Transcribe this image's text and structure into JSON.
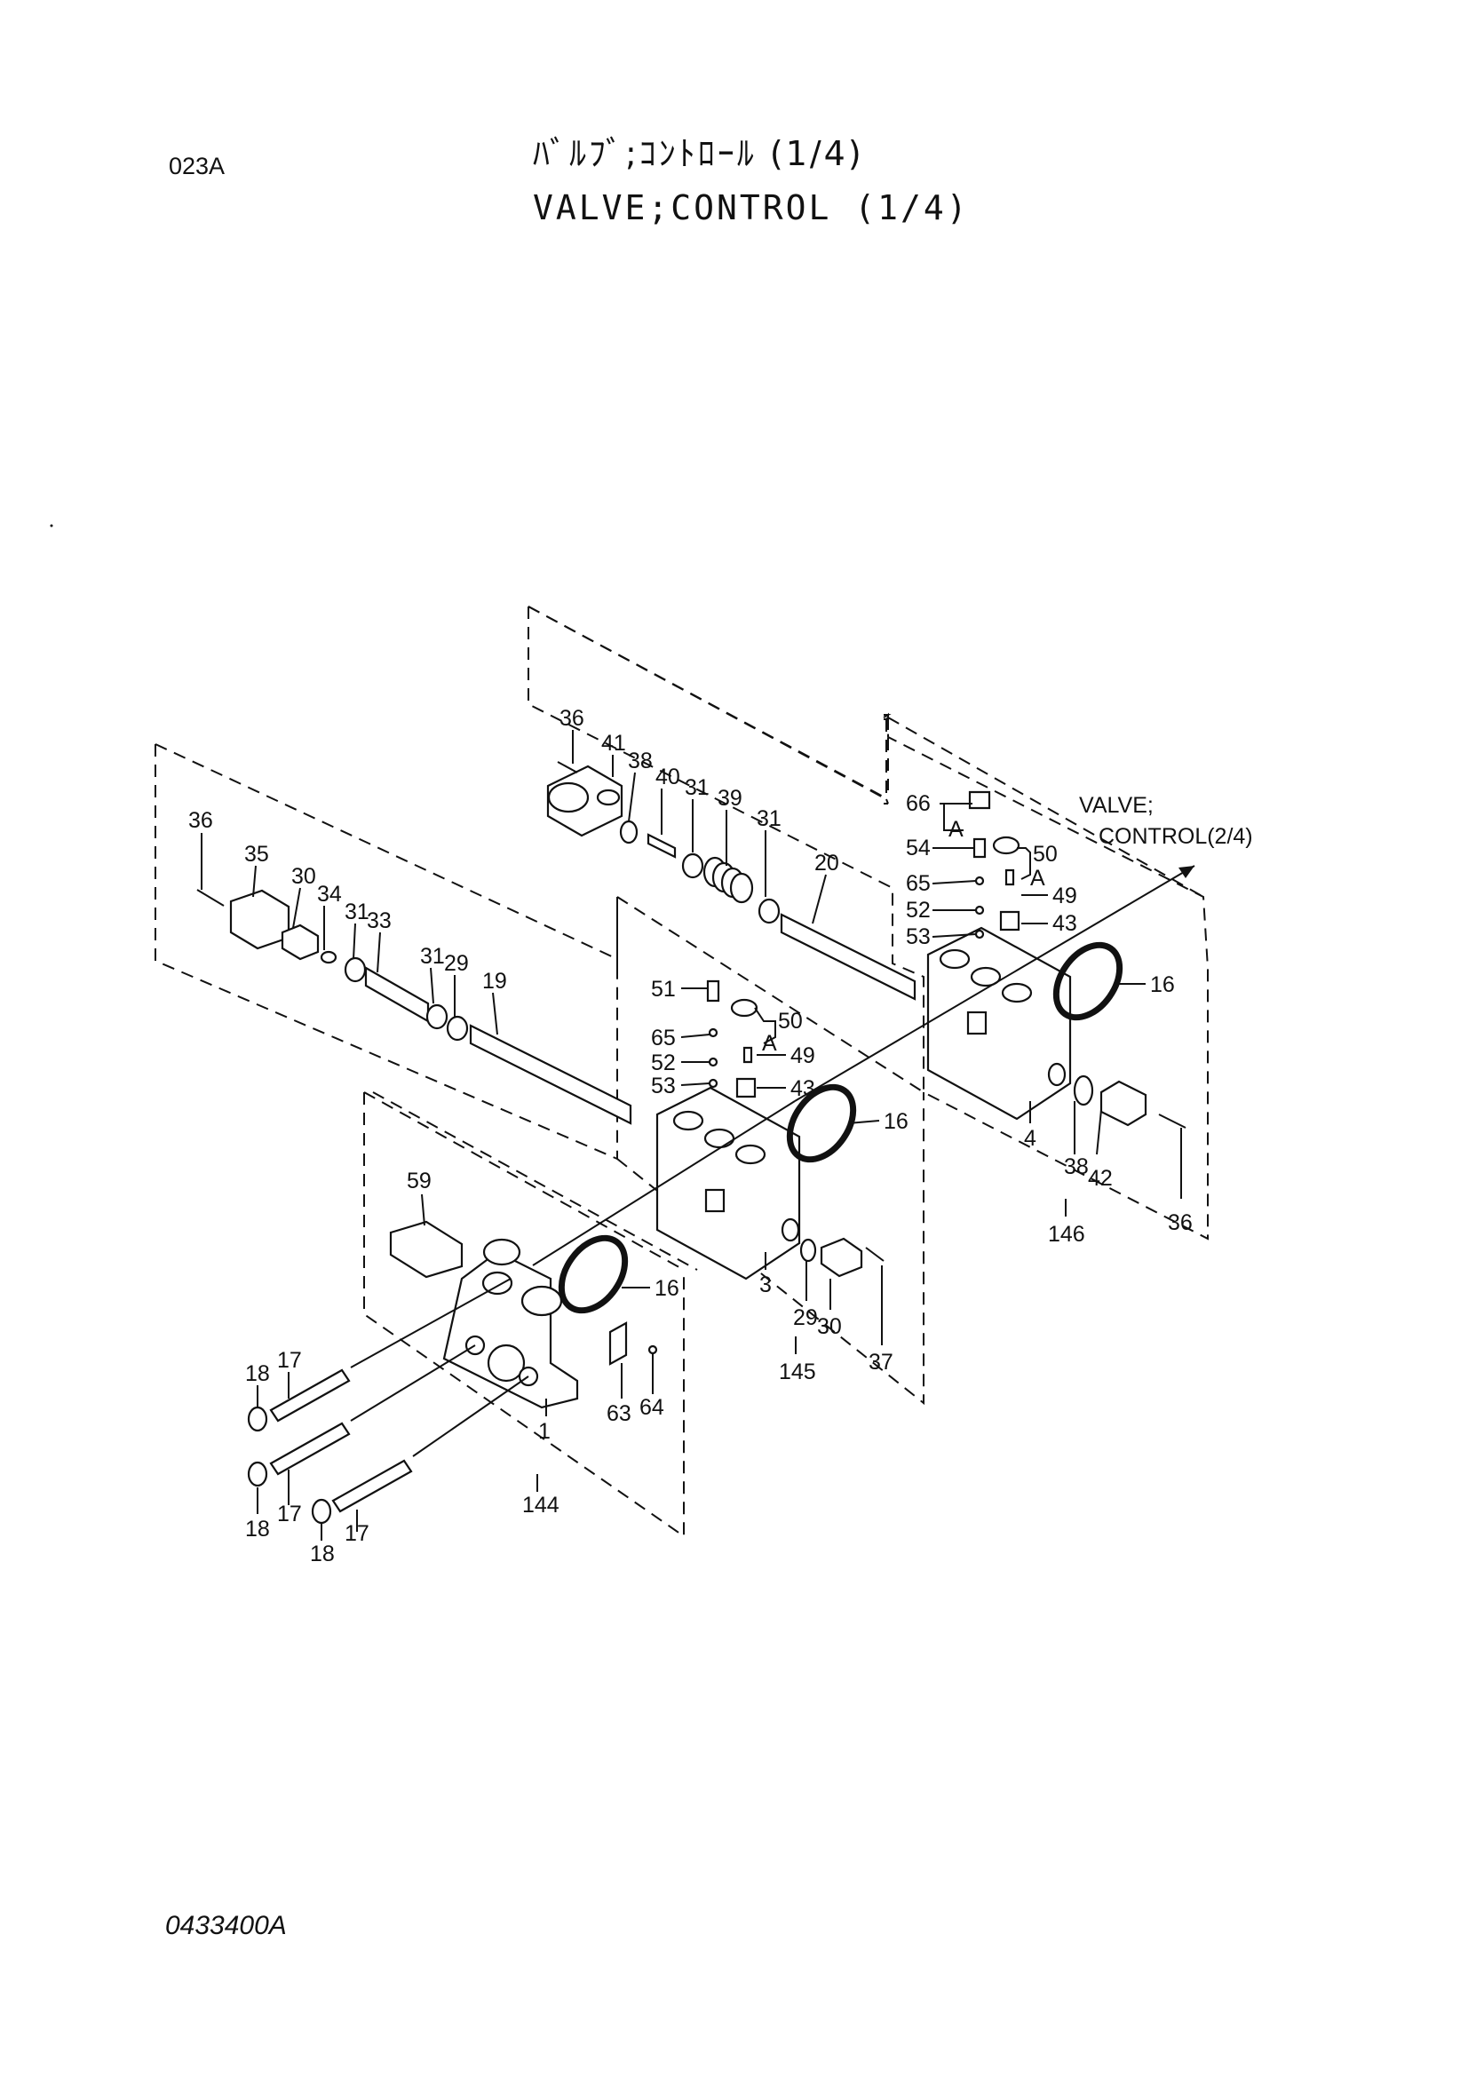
{
  "header": {
    "code": "023A",
    "title_jp": "ﾊﾞﾙﾌﾞ;ｺﾝﾄﾛｰﾙ (1/4)",
    "title_en": "VALVE;CONTROL (1/4)"
  },
  "footer": {
    "doc_number": "0433400A"
  },
  "callouts": {
    "l36a": "36",
    "l41": "41",
    "l38a": "38",
    "l40": "40",
    "l31a": "31",
    "l39": "39",
    "l31b": "31",
    "l20": "20",
    "l66": "66",
    "lA1": "A",
    "l50a": "50",
    "lA2": "A",
    "l54": "54",
    "l65a": "65",
    "l49a": "49",
    "l52a": "52",
    "l43a": "43",
    "l53a": "53",
    "l16a": "16",
    "l4": "4",
    "l38b": "38",
    "l42": "42",
    "l36b": "36",
    "l146": "146",
    "l36c": "36",
    "l35": "35",
    "l30a": "30",
    "l34": "34",
    "l31c": "31",
    "l33": "33",
    "l31d": "31",
    "l29a": "29",
    "l19": "19",
    "l51": "51",
    "l50b": "50",
    "lA3": "A",
    "l65b": "65",
    "l52b": "52",
    "l49b": "49",
    "l53b": "53",
    "l43b": "43",
    "l16b": "16",
    "l3": "3",
    "l29b": "29",
    "l30b": "30",
    "l37": "37",
    "l145": "145",
    "l59": "59",
    "l16c": "16",
    "l17a": "17",
    "l18a": "18",
    "l63": "63",
    "l64": "64",
    "l1": "1",
    "l18b": "18",
    "l17b": "17",
    "l18c": "18",
    "l17c": "17",
    "l144": "144"
  },
  "ref_text": {
    "line1": "VALVE;",
    "line2": "CONTROL(2/4)"
  }
}
